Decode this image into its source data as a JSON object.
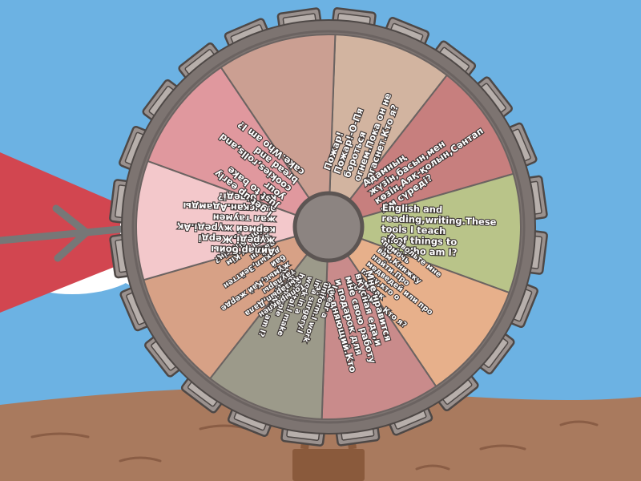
{
  "game": {
    "type": "spin-the-wheel",
    "colors": {
      "sky": "#6cb2e3",
      "ground": "#a97a5e",
      "ground_dark": "#8a5d45",
      "rim": "#7d7471",
      "paddle": "#9a918e",
      "hub": "#8c8481",
      "pointer": "#d24650",
      "pointer_arrow": "#777777",
      "stand": "#8a5a3c"
    },
    "segments": [
      {
        "text": "Пожар! Пожар!-О-Пя бороться огнем.Пока он не погаснет.Кто я?",
        "color": "#d2b4a0"
      },
      {
        "text": "Адамның жүзін,басын,мен көзін,Аяқ-қолын,Сәнтап кім сүреді?",
        "color": "#c77f7e"
      },
      {
        "text": "English and reading,writing.These tools I teach all of things to you.Who am I?",
        "color": "#b9c489"
      },
      {
        "text": "Позвольте мне помочь вам,Книжку найти.Про медведей или про пилу,кто о том,как готовить.Кто я?",
        "color": "#e7b08b"
      },
      {
        "text": "Мне нравится вкусная еда,и мне свою работу и подарок для обедняющий.Кто я?",
        "color": "#c98b8b"
      },
      {
        "text": "I wear a uniform.I work in a surgery.I work in a hospital.I make sick people better.Who am I?",
        "color": "#9c9a8a"
      },
      {
        "text": "Топырақпен қызарып,Дала таулары жұмыс,Қай жерде бай дақыл,Зейттен дайын жүргізу.Кім бірін білесің?",
        "color": "#d7a186"
      },
      {
        "text": "Айлар бойы жүреді,Жерді көрмей жүреді.Ақ жал таумен алысқан.Адамды кім біледі?",
        "color": "#f3c8cb"
      },
      {
        "text": "I get up early just to bake your cookies,rolls,and bread and cake.Who am I?",
        "color": "#e0989e"
      },
      {
        "text": "",
        "color": "#cb9f92"
      }
    ]
  }
}
